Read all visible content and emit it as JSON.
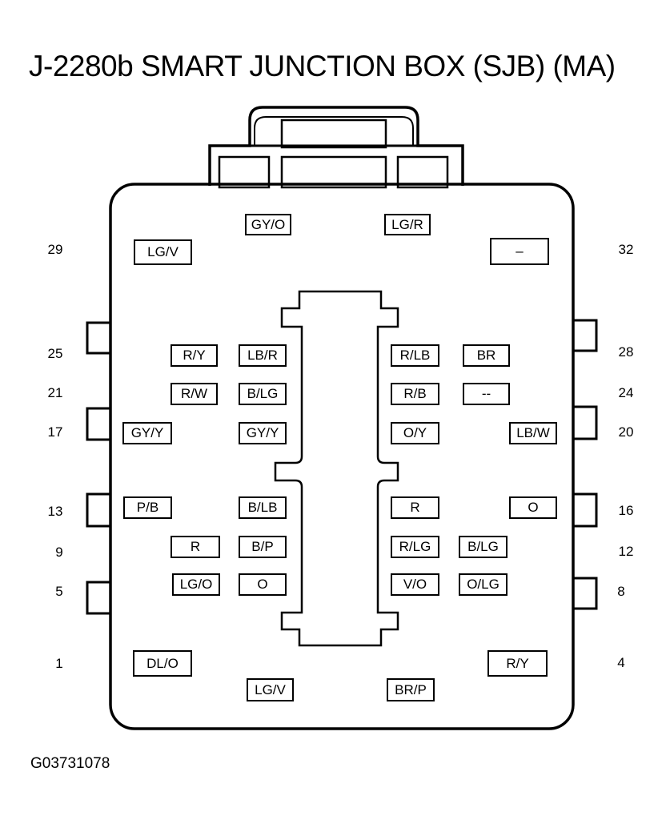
{
  "title": "J-2280b SMART JUNCTION BOX (SJB) (MA)",
  "figure_code": "G03731078",
  "pin_numbers": {
    "n29": "29",
    "n32": "32",
    "n25": "25",
    "n28": "28",
    "n21": "21",
    "n24": "24",
    "n17": "17",
    "n20": "20",
    "n13": "13",
    "n16": "16",
    "n9": "9",
    "n12": "12",
    "n5": "5",
    "n8": "8",
    "n1": "1",
    "n4": "4"
  },
  "wires": {
    "top_left": "GY/O",
    "top_right": "LG/R",
    "r29_outer_left": "LG/V",
    "r29_outer_right": "–",
    "r25_left_outer": "R/Y",
    "r25_left_inner": "LB/R",
    "r25_right_inner": "R/LB",
    "r25_right_outer": "BR",
    "r21_left_outer": "R/W",
    "r21_left_inner": "B/LG",
    "r21_right_inner": "R/B",
    "r21_right_outer": "--",
    "r17_left_outer": "GY/Y",
    "r17_left_inner": "GY/Y",
    "r17_right_inner": "O/Y",
    "r17_right_outer": "LB/W",
    "r13_left_outer": "P/B",
    "r13_left_inner": "B/LB",
    "r13_right_inner": "R",
    "r13_right_outer": "O",
    "r9_left_outer": "R",
    "r9_left_inner": "B/P",
    "r9_right_inner": "R/LG",
    "r9_right_outer": "B/LG",
    "r5_left_outer": "LG/O",
    "r5_left_inner": "O",
    "r5_right_inner": "V/O",
    "r5_right_outer": "O/LG",
    "r1_outer_left": "DL/O",
    "r1_outer_right": "R/Y",
    "bottom_left": "LG/V",
    "bottom_right": "BR/P"
  }
}
